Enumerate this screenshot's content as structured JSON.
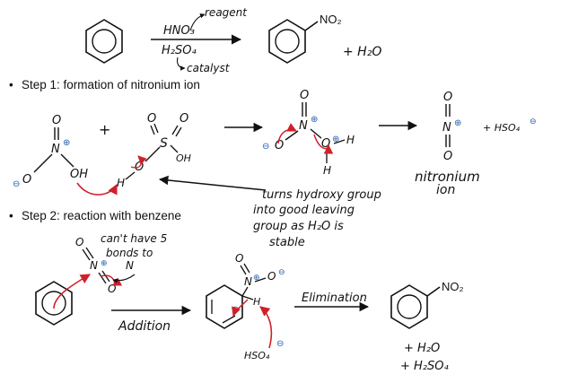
{
  "overall_reaction": {
    "reagent_1": "HNO₃",
    "reagent_2": "H₂SO₄",
    "note_reagent": "reagent",
    "note_catalyst": "catalyst",
    "product_group": "NO₂",
    "byproduct": "+ H₂O"
  },
  "step1": {
    "heading": "Step 1: formation of nitronium ion",
    "atom_O": "O",
    "atom_N": "N",
    "atom_S": "S",
    "atom_OH": "OH",
    "atom_H": "H",
    "plus": "+",
    "byproduct": "+ HSO₄",
    "label_line1": "nitronium",
    "label_line2": "ion",
    "annotation": [
      "turns hydroxy group",
      "into good leaving",
      "group as H₂O is",
      "stable"
    ]
  },
  "step2": {
    "heading": "Step 2: reaction with benzene",
    "annotation": [
      "can't have 5",
      "bonds to",
      "N"
    ],
    "arrow_addition": "Addition",
    "arrow_elimination": "Elimination",
    "base": "HSO₄",
    "product_group": "NO₂",
    "byproduct_1": "+ H₂O",
    "byproduct_2": "+ H₂SO₄"
  },
  "colors": {
    "ink": "#111111",
    "curly_arrow": "#d0202a",
    "charge": "#1f5fb0"
  }
}
